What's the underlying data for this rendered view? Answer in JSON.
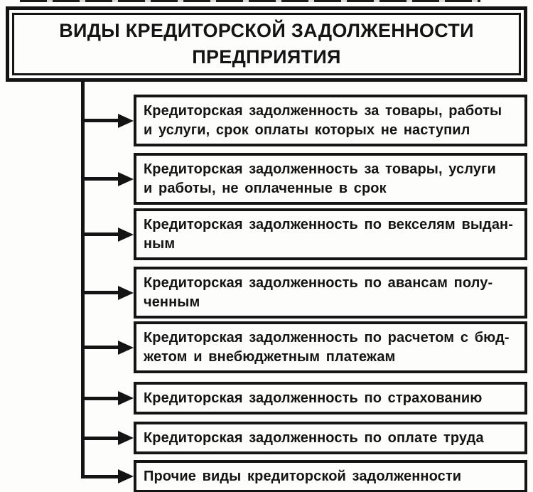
{
  "title": {
    "text": "ВИДЫ КРЕДИТОРСКОЙ ЗАДОЛЖЕННОСТИ ПРЕДПРИЯТИЯ",
    "lines": [
      "ВИДЫ КРЕДИТОРСКОЙ ЗАДОЛЖЕННОСТИ",
      "ПРЕДПРИЯТИЯ"
    ]
  },
  "items": [
    {
      "text": "Кредиторская задолженность за товары, работы и услуги, срок оплаты которых не наступил",
      "lines": [
        "Кредиторская задолженность за товары, работы",
        "и услуги, срок оплаты которых не наступил"
      ]
    },
    {
      "text": "Кредиторская задолженность за товары, услуги и работы, не оплаченные в срок",
      "lines": [
        "Кредиторская задолженность за товары, услуги",
        "и работы, не оплаченные в срок"
      ]
    },
    {
      "text": "Кредиторская задолженность по векселям выданным",
      "lines": [
        "Кредиторская задолженность по векселям выдан-",
        "ным"
      ]
    },
    {
      "text": "Кредиторская задолженность по авансам полученным",
      "lines": [
        "Кредиторская задолженность по авансам полу-",
        "ченным"
      ]
    },
    {
      "text": "Кредиторская задолженность по расчетом с бюджетом и внебюджетным платежам",
      "lines": [
        "Кредиторская задолженность по расчетом с бюд-",
        "жетом и внебюджетным платежам"
      ]
    },
    {
      "text": "Кредиторская задолженность по страхованию",
      "lines": [
        "Кредиторская задолженность по страхованию"
      ]
    },
    {
      "text": "Кредиторская задолженность по оплате труда",
      "lines": [
        "Кредиторская задолженность по оплате труда"
      ]
    },
    {
      "text": "Прочие виды кредиторской задолженности",
      "lines": [
        "Прочие виды кредиторской задолженности"
      ]
    }
  ],
  "colors": {
    "ink": "#141414",
    "paper": "#fdfdfb"
  }
}
